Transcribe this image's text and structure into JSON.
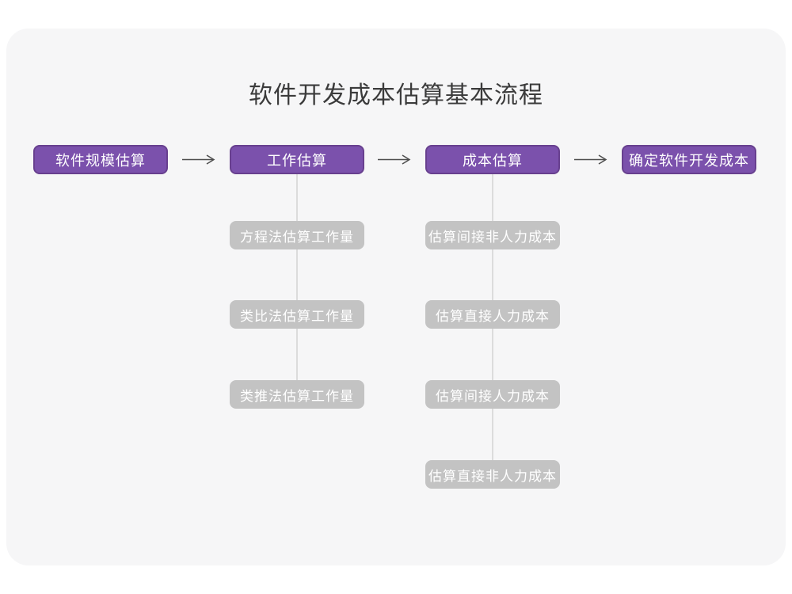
{
  "title": "软件开发成本估算基本流程",
  "colors": {
    "accent_purple": "#7B51AC",
    "accent_purple_border": "#68408F",
    "node_gray": "#C3C3C3",
    "card_background": "#F6F6F7",
    "connector_line": "#DCDCDC",
    "arrow": "#4D4D4D",
    "title_text": "#3B3B3B",
    "node_text": "#FFFFFF"
  },
  "flow": {
    "main": [
      {
        "label": "软件规模估算"
      },
      {
        "label": "工作估算"
      },
      {
        "label": "成本估算"
      },
      {
        "label": "确定软件开发成本"
      }
    ],
    "work_estimation_methods": [
      {
        "label": "方程法估算工作量"
      },
      {
        "label": "类比法估算工作量"
      },
      {
        "label": "类推法估算工作量"
      }
    ],
    "cost_estimation_steps": [
      {
        "label": "估算间接非人力成本"
      },
      {
        "label": "估算直接人力成本"
      },
      {
        "label": "估算间接人力成本"
      },
      {
        "label": "估算直接非人力成本"
      }
    ]
  },
  "icons": {
    "arrow_right": "→"
  }
}
